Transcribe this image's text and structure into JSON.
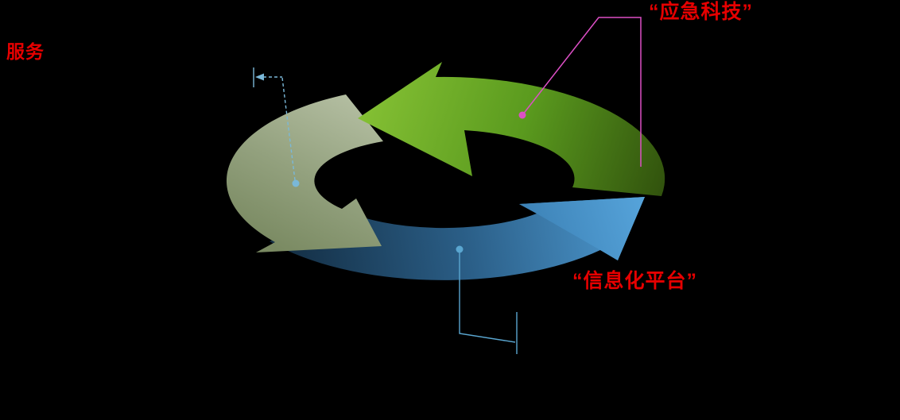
{
  "labels": {
    "service": "服务",
    "emergency_tech": "“应急科技”",
    "info_platform": "“信息化平台”"
  },
  "colors": {
    "background": "#000000",
    "label_red": "#e60000",
    "green_arrow_dark": "#31520d",
    "green_arrow_light": "#83bf33",
    "blue_arrow_dark": "#142f45",
    "blue_arrow_light": "#4f9cd4",
    "sage_arrow_dark": "#7a8a62",
    "sage_arrow_light": "#b6c0a4",
    "callout_magenta": "#dd4fc6",
    "callout_light_blue": "#6fb3d9"
  },
  "diagram": {
    "type": "three-arrow-cycle",
    "arrows": [
      {
        "id": "green-arrow",
        "position": "top",
        "points": "left",
        "label": "emergency_tech"
      },
      {
        "id": "blue-arrow",
        "position": "bottom",
        "points": "up-right",
        "label": "info_platform"
      },
      {
        "id": "sage-arrow",
        "position": "left",
        "points": "down-right",
        "label": "service"
      }
    ],
    "callouts": [
      {
        "id": "emergency-tech-callout",
        "style": "solid",
        "color": "#dd4fc6",
        "anchor": "green-arrow"
      },
      {
        "id": "service-callout",
        "style": "dashed",
        "color": "#7ab8d8",
        "anchor": "sage-arrow"
      },
      {
        "id": "info-platform-callout",
        "style": "solid",
        "color": "#5aa6d0",
        "anchor": "blue-arrow"
      }
    ]
  }
}
